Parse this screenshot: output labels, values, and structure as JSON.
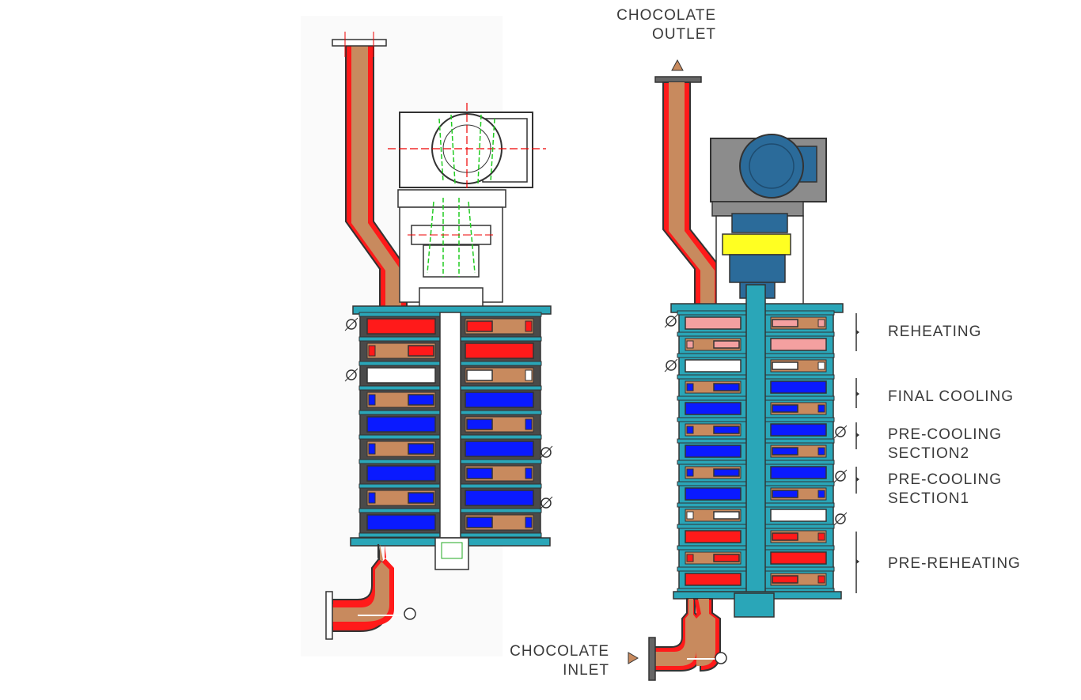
{
  "labels": {
    "outlet": [
      "CHOCOLATE",
      "OUTLET"
    ],
    "inlet": [
      "CHOCOLATE",
      "INLET"
    ],
    "sections": [
      {
        "lines": [
          "REHEATING"
        ]
      },
      {
        "lines": [
          "FINAL COOLING"
        ]
      },
      {
        "lines": [
          "PRE-COOLING",
          "SECTION2"
        ]
      },
      {
        "lines": [
          "PRE-COOLING",
          "SECTION1"
        ]
      },
      {
        "lines": [
          "PRE-REHEATING"
        ]
      }
    ]
  },
  "colors": {
    "chocolate": "#c88a5e",
    "hot": "#ff1a1a",
    "warm": "#f4a0a0",
    "cold": "#0a1aff",
    "neutral": "#ffffff",
    "frame": "#2aa6b8",
    "body": "#4a4a4a",
    "motor": "#2b6b9a",
    "drive_yellow": "#ffff22",
    "drive_grey": "#8c8c8c"
  },
  "left_unit_stack": [
    "hot",
    "hot",
    "neutral",
    "cold",
    "cold",
    "cold",
    "cold",
    "cold",
    "cold"
  ],
  "right_unit_stack": [
    "warm",
    "warm",
    "neutral",
    "cold",
    "cold",
    "cold",
    "cold",
    "cold",
    "cold",
    "neutral",
    "hot",
    "hot",
    "hot"
  ]
}
